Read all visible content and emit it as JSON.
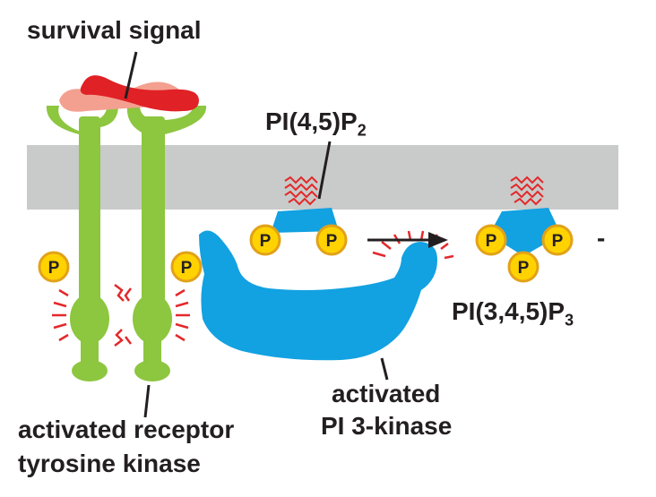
{
  "labels": {
    "survival_signal": "survival signal",
    "pip2_main": "PI(4,5)P",
    "pip2_sub": "2",
    "pip3_main": "PI(3,4,5)P",
    "pip3_sub": "3",
    "pi3k_line1": "activated",
    "pi3k_line2": "PI 3-kinase",
    "rtk_line1": "activated receptor",
    "rtk_line2": "tyrosine kinase",
    "phosphate": "P",
    "edge_dash": "-"
  },
  "colors": {
    "membrane": "#c8cbc9",
    "receptor": "#8dc63f",
    "signal_dark": "#e02126",
    "signal_light": "#f4a090",
    "kinase": "#12a1e1",
    "phosphate_fill": "#ffd200",
    "phosphate_stroke": "#e1a21a",
    "activity_marks": "#e3282b",
    "text": "#231f20"
  },
  "icons": {
    "phosphate": "yellow-circle-P",
    "lipid_tails": "red-zigzag-lines",
    "arrow": "black-right-arrow"
  }
}
